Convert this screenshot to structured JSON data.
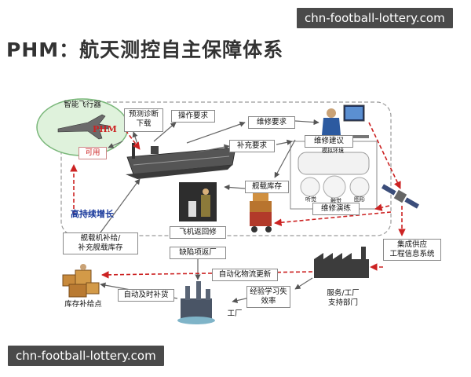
{
  "watermark_top": "chn-football-lottery.com",
  "watermark_bottom": "chn-football-lottery.com",
  "title": "PHM：航天测控自主保障体系",
  "nodes": {
    "aircraft": "智能飞行器",
    "phm_badge": "PHM",
    "available": "可用",
    "predict": "预测诊断\n下载",
    "operation_req": "操作要求",
    "maintenance_req": "维修要求",
    "supply_req": "补充要求",
    "shipboard_stock": "舰载库存",
    "return_repair": "飞机返回修",
    "defect_return": "缺陷项返厂",
    "sustain": "高持续增长",
    "aircraft_supply": "舰载机补给/\n补充舰载库存",
    "auto_logistics": "自动化物流更新",
    "auto_replenish": "自动及时补货",
    "experience": "经验学习失\n效率",
    "factory": "工厂",
    "service_dept": "服务/工厂\n支持部门",
    "stock_point": "库存补给点",
    "integrated_system": "集成供应\n工程信息系统",
    "maint_advice": "维修建议",
    "maint_drill": "维修演练",
    "sim_env": "模拟环境",
    "listen": "听觉",
    "touch": "触觉",
    "image": "图形"
  },
  "colors": {
    "arrow_red": "#cc2222",
    "arrow_gray": "#666666",
    "ellipse_fill": "#dff2dc",
    "ellipse_stroke": "#7ab77a",
    "sustain_text": "#1a3a9c",
    "watermark_bg": "#4a4a4a"
  }
}
